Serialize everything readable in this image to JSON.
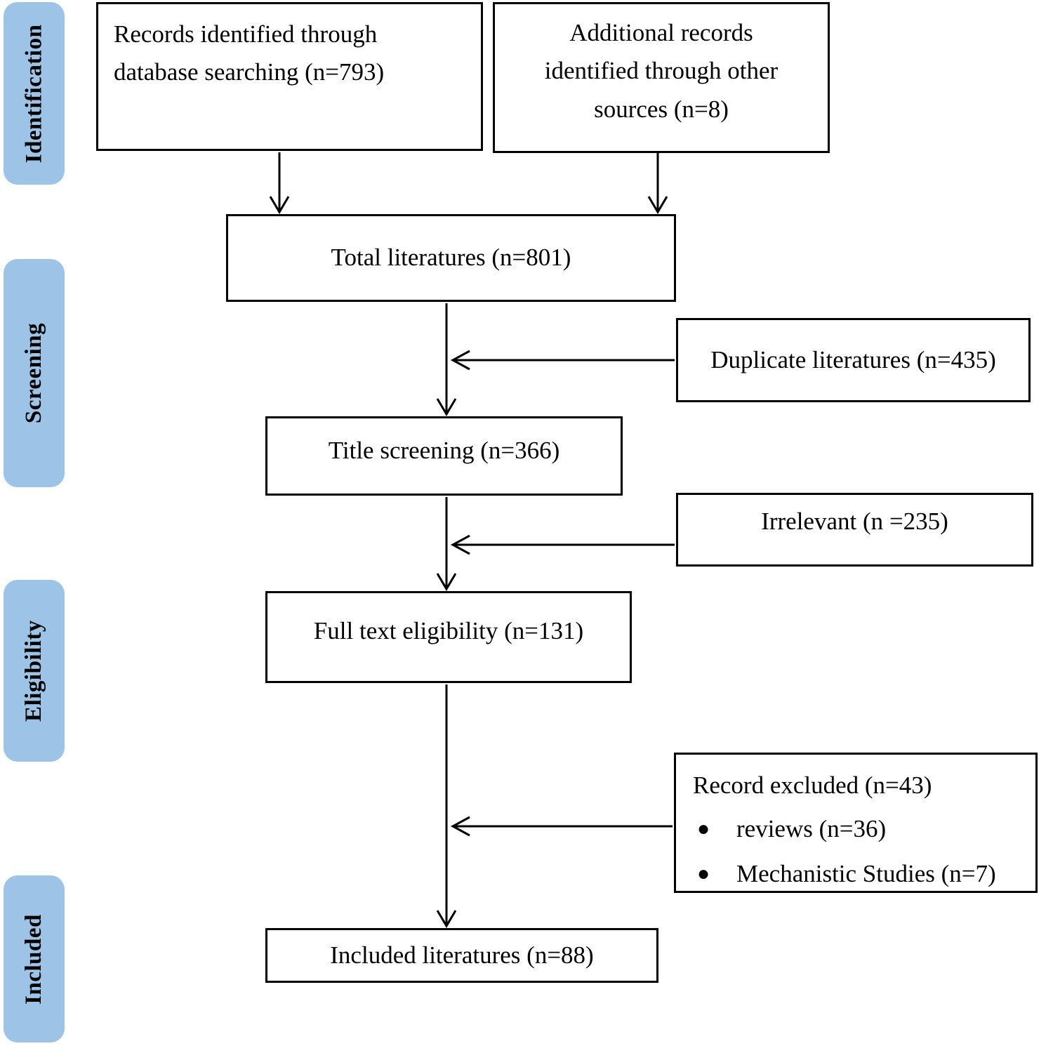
{
  "palette": {
    "stage_fill": "#9DC3E6",
    "box_border": "#000000",
    "text": "#000000",
    "background": "#ffffff"
  },
  "stages": [
    "Identification",
    "Screening",
    "Eligibility",
    "Included"
  ],
  "boxes": {
    "records_db": "Records identified through database searching (n=793)",
    "additional": "Additional records identified through other sources (n=8)",
    "total": "Total literatures (n=801)",
    "duplicate": "Duplicate literatures (n=435)",
    "title_screening": "Title screening (n=366)",
    "irrelevant": "Irrelevant (n =235)",
    "full_text": "Full text eligibility (n=131)",
    "excluded_heading": "Record excluded (n=43)",
    "excluded_items": [
      "reviews (n=36)",
      "Mechanistic Studies (n=7)"
    ],
    "included": "Included literatures (n=88)",
    "bullet_glyph": "●"
  }
}
